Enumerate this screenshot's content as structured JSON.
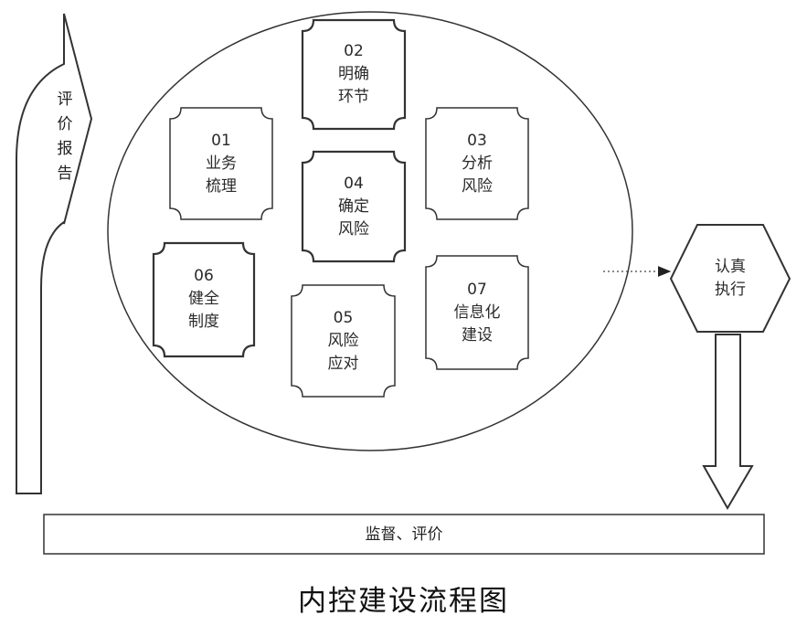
{
  "caption": "内控建设流程图",
  "report_arrow": {
    "chars": [
      "评",
      "价",
      "报",
      "告"
    ]
  },
  "steps": [
    {
      "num": "01",
      "line1": "业务",
      "line2": "梳理"
    },
    {
      "num": "02",
      "line1": "明确",
      "line2": "环节"
    },
    {
      "num": "03",
      "line1": "分析",
      "line2": "风险"
    },
    {
      "num": "04",
      "line1": "确定",
      "line2": "风险"
    },
    {
      "num": "05",
      "line1": "风险",
      "line2": "应对"
    },
    {
      "num": "06",
      "line1": "健全",
      "line2": "制度"
    },
    {
      "num": "07",
      "line1": "信息化",
      "line2": "建设"
    }
  ],
  "execute": {
    "line1": "认真",
    "line2": "执行"
  },
  "supervise_bar": "监督、评价"
}
